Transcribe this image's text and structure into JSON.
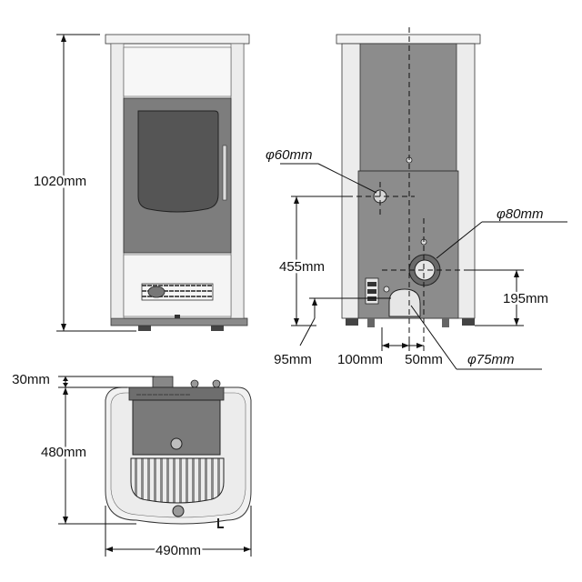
{
  "front_view": {
    "height_label": "1020mm"
  },
  "rear_view": {
    "upper_pipe_label": "φ60mm",
    "flue_label": "φ80mm",
    "flue_height_label": "455mm",
    "flue_offset_label": "195mm",
    "inlet_height_label": "95mm",
    "inlet_offset_label": "100mm",
    "inlet_small_offset_label": "50mm",
    "inlet_label": "φ75mm"
  },
  "top_view": {
    "rear_protrusion_label": "30mm",
    "depth_label": "480mm",
    "width_label": "490mm"
  }
}
